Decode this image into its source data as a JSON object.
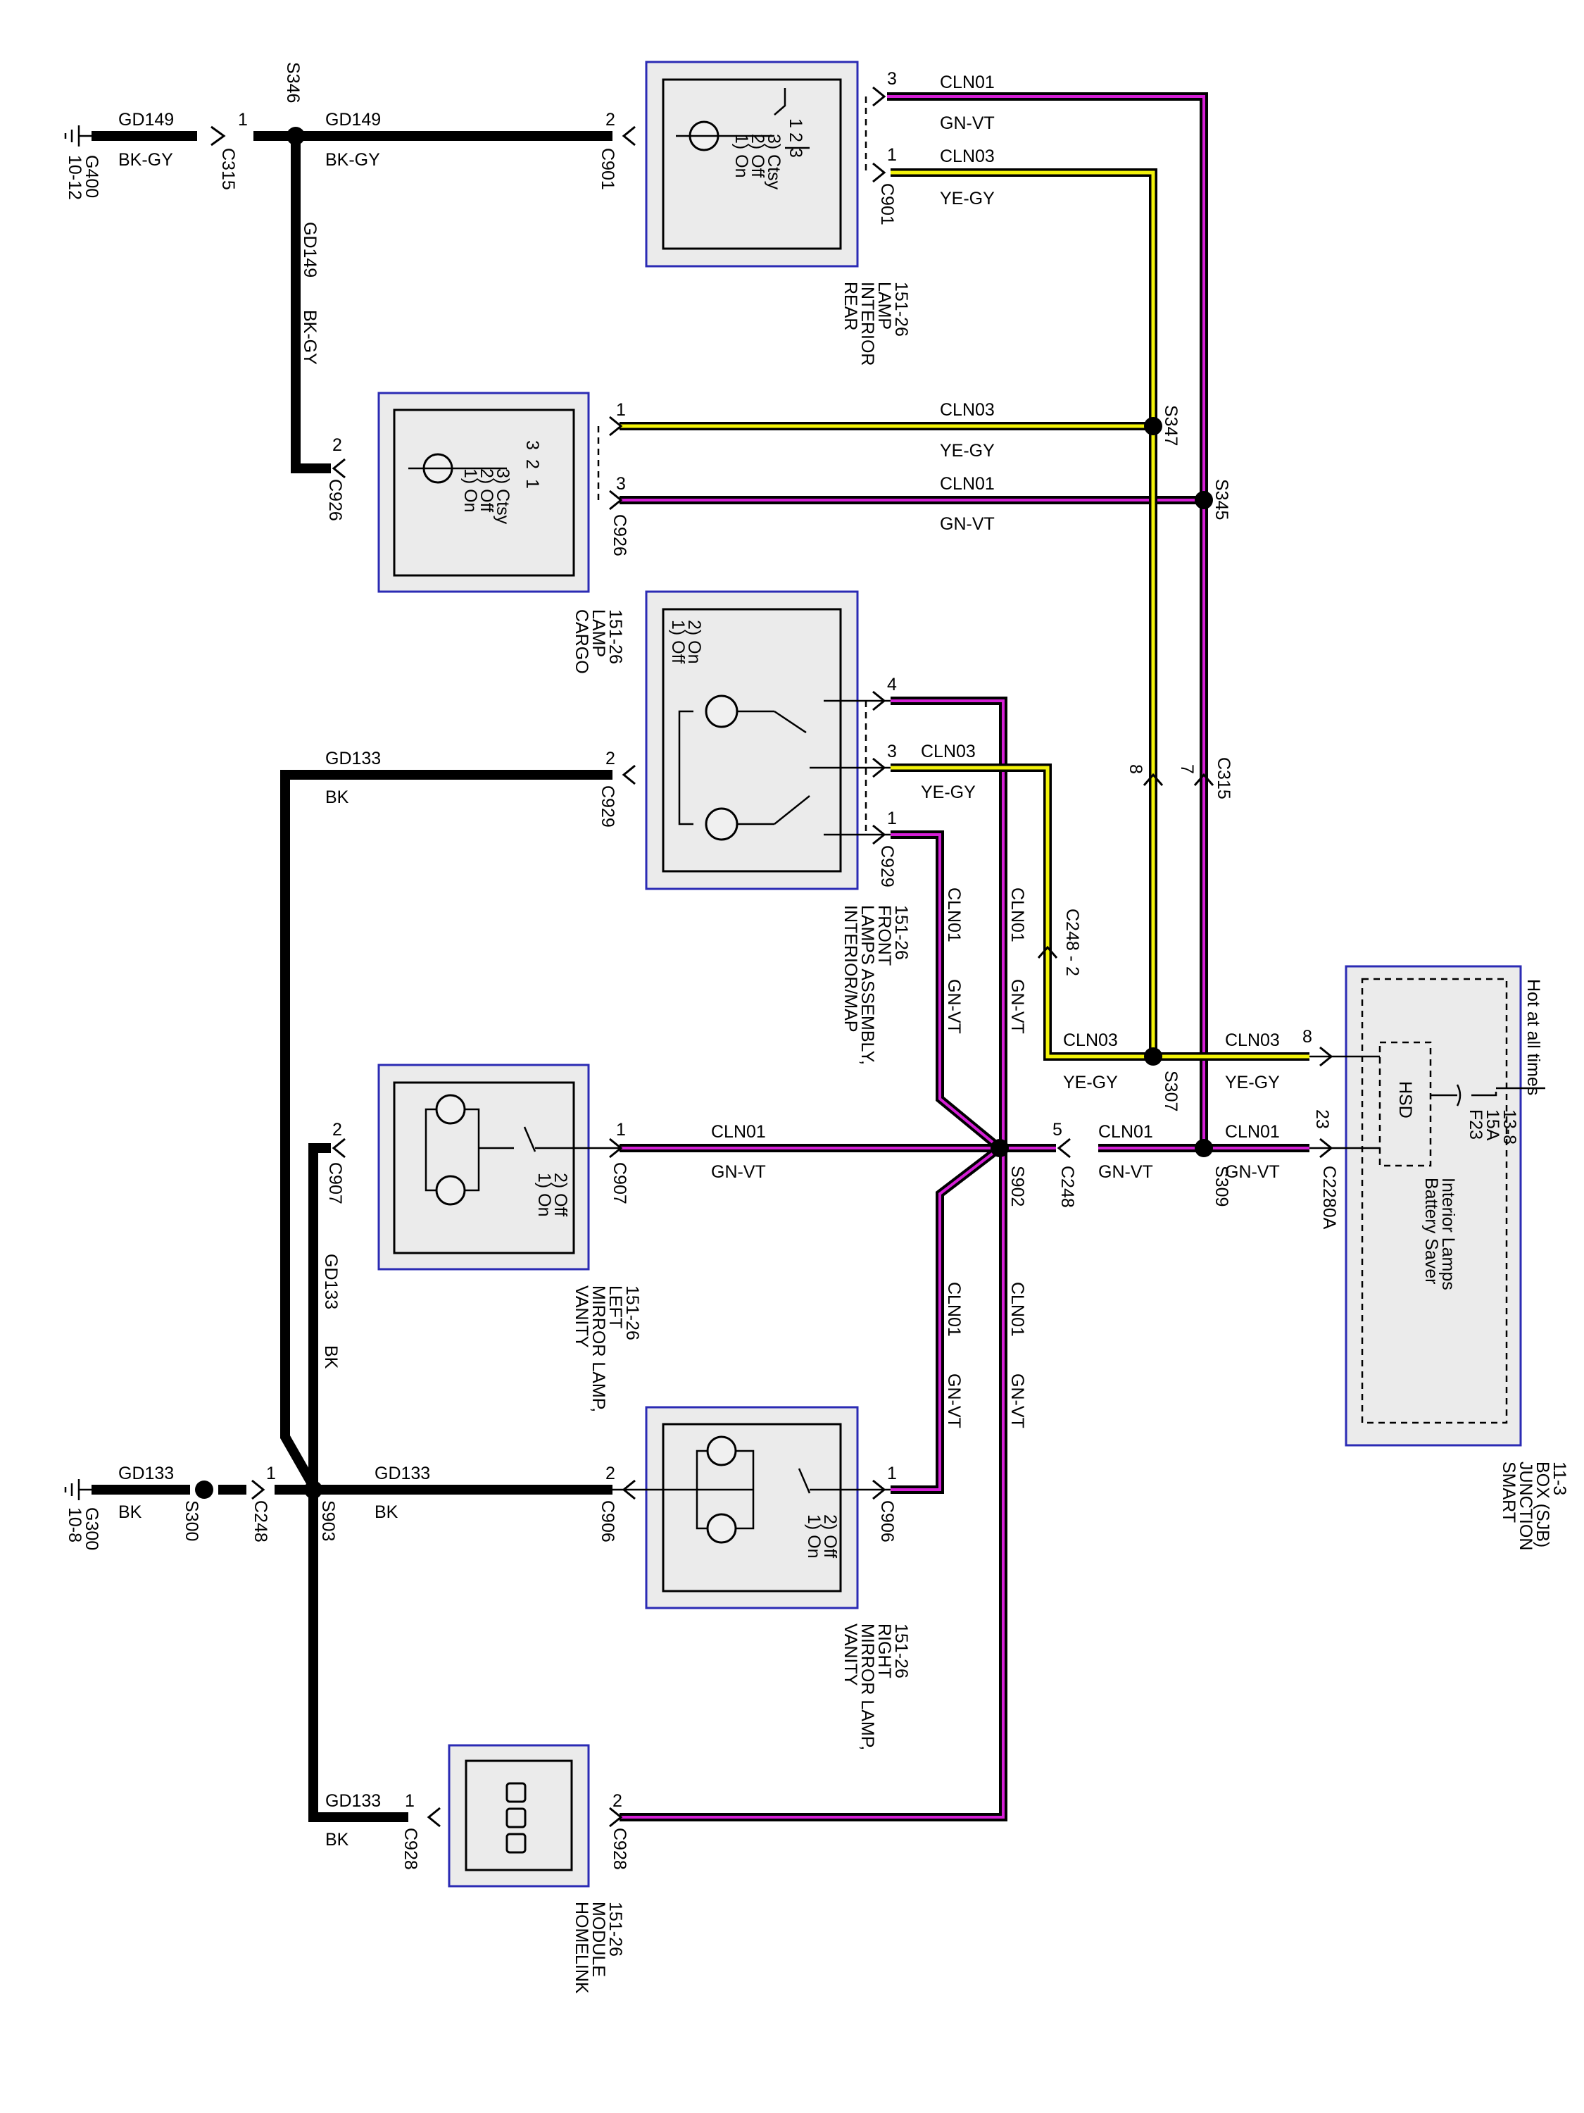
{
  "components": {
    "rear_interior_lamp": {
      "name": "REAR\nINTERIOR\nLAMP\n151-26",
      "switch_positions": "1) On\n2) Off\n3) Ctsy"
    },
    "cargo_lamp": {
      "name": "CARGO\nLAMP\n151-26",
      "switch_positions": "1) On\n2) Off\n3) Ctsy"
    },
    "front_map_lamps": {
      "name": "INTERIOR/MAP\nLAMPS ASSEMBLY,\nFRONT\n151-26",
      "switch_positions": "1) Off\n2) On"
    },
    "vanity_left": {
      "name": "VANITY\nMIRROR LAMP,\nLEFT\n151-26",
      "switch_positions": "1) On\n2) Off"
    },
    "vanity_right": {
      "name": "VANITY\nMIRROR LAMP,\nRIGHT\n151-26",
      "switch_positions": "1) On\n2) Off"
    },
    "homelink": {
      "name": "HOMELINK\nMODULE\n151-26"
    },
    "sjb": {
      "name": "SMART\nJUNCTION\nBOX (SJB)\n11-3",
      "hot_label": "Hot at all times",
      "fuse": "F23\n15A\n13-8",
      "hsd": "HSD",
      "function": "Battery Saver\nInterior Lamps"
    }
  },
  "grounds": {
    "g400": {
      "name": "G400",
      "ref": "10-12"
    },
    "g300": {
      "name": "G300",
      "ref": "10-8"
    }
  },
  "splices": {
    "s346": "S346",
    "s347": "S347",
    "s345": "S345",
    "s307": "S307",
    "s309": "S309",
    "s902": "S902",
    "s903": "S903",
    "s300": "S300"
  },
  "connectors": {
    "c315": "C315",
    "c901": "C901",
    "c926": "C926",
    "c929": "C929",
    "c907": "C907",
    "c906": "C906",
    "c928": "C928",
    "c248": "C248",
    "c248_2": "C248 - 2",
    "c2280a": "C2280A"
  },
  "circuits": {
    "gd149": "GD149",
    "bk_gy": "BK-GY",
    "gd133": "GD133",
    "bk": "BK",
    "cln01": "CLN01",
    "gn_vt": "GN-VT",
    "cln03": "CLN03",
    "ye_gy": "YE-GY"
  },
  "pins": {
    "p1": "1",
    "p2": "2",
    "p3": "3",
    "p4": "4",
    "p5": "5",
    "p7": "7",
    "p8": "8",
    "p23": "23"
  },
  "colors": {
    "box_border": "#2b2bb4",
    "box_fill": "#ebebeb",
    "wire_gn_vt": "#d51fd6",
    "wire_ye_gy": "#f2f20a",
    "wire_bk": "#000000"
  }
}
